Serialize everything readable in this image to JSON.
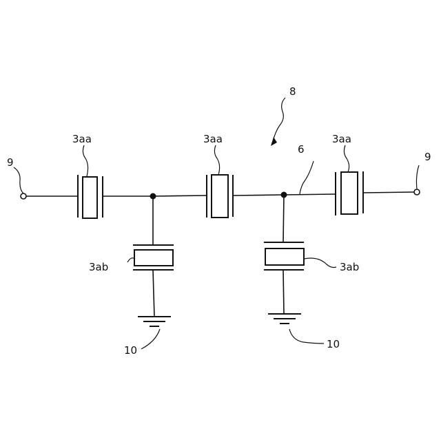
{
  "figure": {
    "reference_numerals": {
      "filter": "8",
      "signal_line": "6",
      "terminal_left": "9",
      "terminal_right": "9",
      "ground_left": "10",
      "ground_right": "10"
    },
    "series_resonators": [
      {
        "label": "3aa"
      },
      {
        "label": "3aa"
      },
      {
        "label": "3aa"
      }
    ],
    "shunt_resonators": [
      {
        "label": "3ab"
      },
      {
        "label": "3ab"
      }
    ]
  }
}
